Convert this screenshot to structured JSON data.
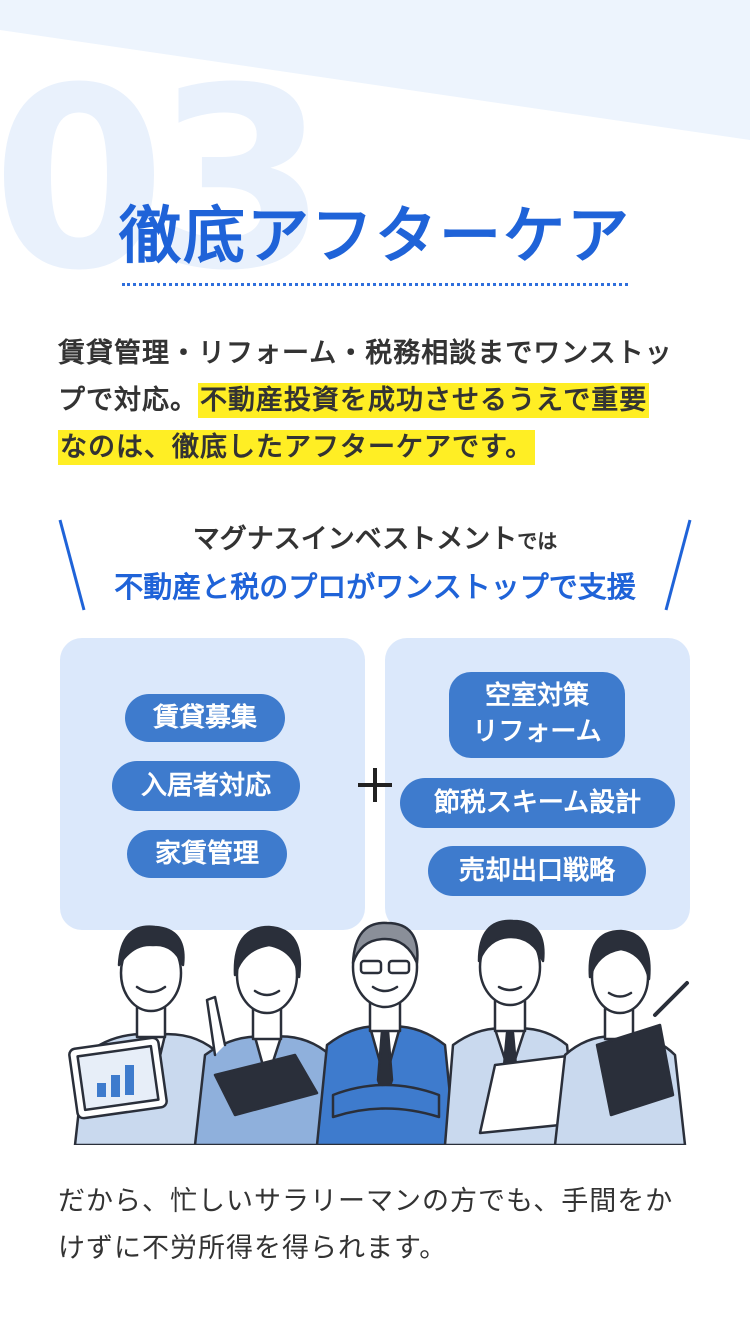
{
  "section_number": "03",
  "title": "徹底アフターケア",
  "intro": {
    "line1": "賃貸管理・リフォーム・税務相談までワンストッ",
    "line2a": "プで対応。",
    "line2b": "不動産投資を成功させるうえで重要",
    "line3": "なのは、徹底したアフターケアです。"
  },
  "lead": {
    "company": "マグナスインベストメント",
    "suffix": "では",
    "tagline": "不動産と税のプロがワンストップで支援"
  },
  "left_panel": {
    "items": [
      "賃貸募集",
      "入居者対応",
      "家賃管理"
    ]
  },
  "right_panel": {
    "items": [
      "空室対策",
      "リフォーム",
      "節税スキーム設計",
      "売却出口戦略"
    ]
  },
  "outro": {
    "line1": "だから、忙しいサラリーマンの方でも、手間をか",
    "line2": "けずに不労所得を得られます。"
  },
  "colors": {
    "accent": "#1f63d8",
    "pill": "#3e7bcd",
    "panel": "#dbe8fb",
    "highlight": "#ffee24"
  }
}
